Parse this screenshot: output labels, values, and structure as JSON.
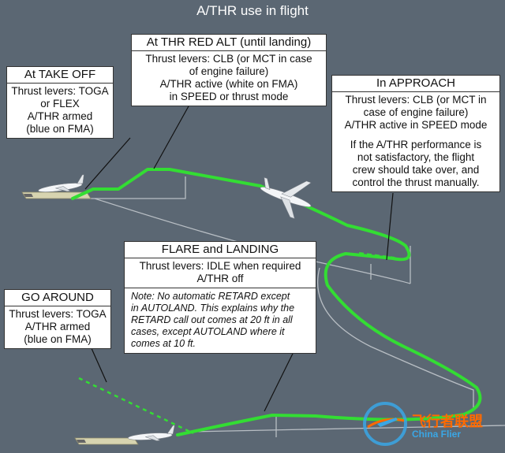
{
  "title": "A/THR use in flight",
  "takeoff": {
    "heading": "At TAKE OFF",
    "lines": [
      "Thrust levers: TOGA",
      "or FLEX",
      "A/THR armed",
      "(blue on FMA)"
    ]
  },
  "red_alt": {
    "heading": "At THR RED ALT (until landing)",
    "lines": [
      "Thrust levers: CLB (or MCT in case",
      "of engine failure)",
      "A/THR active (white on FMA)",
      "in SPEED or thrust mode"
    ]
  },
  "approach": {
    "heading": "In APPROACH",
    "lines": [
      "Thrust levers: CLB (or MCT in",
      "case of engine failure)",
      "A/THR active in SPEED mode"
    ],
    "extra_lines": [
      "If the A/THR performance is",
      "not satisfactory, the flight",
      "crew should take over, and",
      "control the thrust manually."
    ]
  },
  "flare": {
    "heading": "FLARE and LANDING",
    "lines": [
      "Thrust levers: IDLE when required",
      "A/THR off"
    ],
    "note_lines": [
      "Note: No automatic RETARD except",
      "in AUTOLAND. This explains why the",
      "RETARD call out comes at 20 ft in all",
      "cases, except AUTOLAND where it",
      "comes at 10 ft."
    ]
  },
  "go_around": {
    "heading": "GO AROUND",
    "lines": [
      "Thrust levers: TOGA",
      "A/THR armed",
      "(blue on FMA)"
    ]
  },
  "watermark": {
    "cn": "飞行者联盟",
    "en": "China Flier"
  },
  "colors": {
    "background": "#5b6773",
    "flight_path": "#33dd33",
    "ground_path": "#b8bec4"
  }
}
